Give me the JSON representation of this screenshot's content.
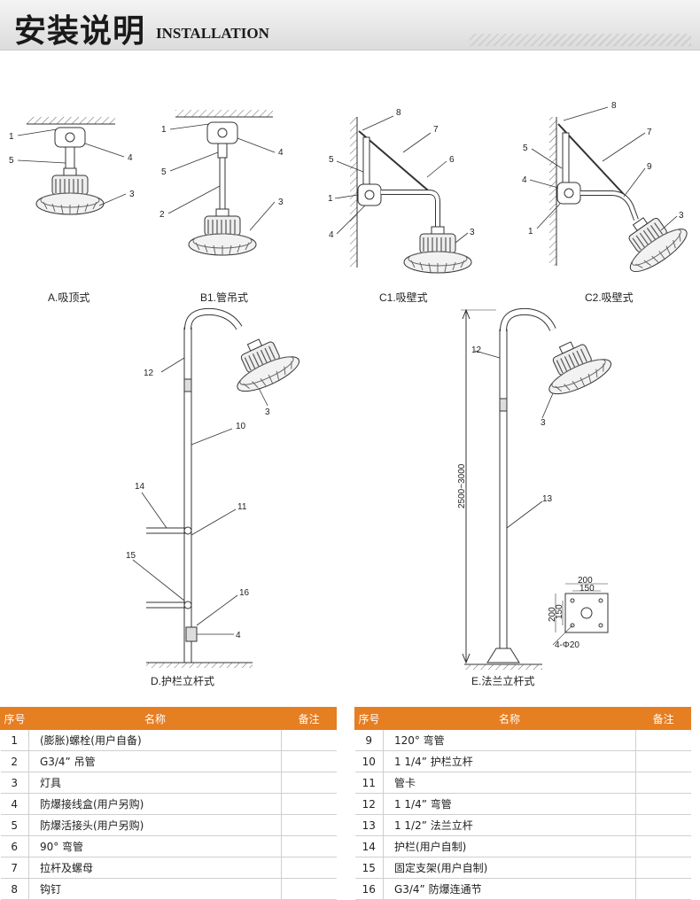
{
  "header": {
    "title_cn": "安装说明",
    "title_en": "INSTALLATION"
  },
  "diagrams": {
    "a": {
      "caption": "A.吸顶式",
      "labels": [
        "1",
        "5",
        "4",
        "3"
      ]
    },
    "b1": {
      "caption": "B1.管吊式",
      "labels": [
        "1",
        "5",
        "4",
        "2",
        "3"
      ]
    },
    "c1": {
      "caption": "C1.吸壁式",
      "labels": [
        "8",
        "7",
        "5",
        "6",
        "1",
        "4",
        "3"
      ]
    },
    "c2": {
      "caption": "C2.吸壁式",
      "labels": [
        "8",
        "7",
        "5",
        "9",
        "4",
        "1",
        "3"
      ]
    },
    "d": {
      "caption": "D.护栏立杆式",
      "labels": [
        "12",
        "3",
        "10",
        "14",
        "11",
        "15",
        "16",
        "4"
      ]
    },
    "e": {
      "caption": "E.法兰立杆式",
      "labels": [
        "12",
        "3",
        "13"
      ],
      "height_dim": "2500~3000"
    },
    "flange": {
      "w": "200",
      "inner": "150",
      "h": "200",
      "h_inner": "150",
      "holes": "4-Φ20"
    }
  },
  "table": {
    "headers": {
      "no": "序号",
      "name": "名称",
      "note": "备注"
    },
    "left": [
      {
        "no": "1",
        "name": "(膨胀)螺栓(用户自备)",
        "note": ""
      },
      {
        "no": "2",
        "name": "G3/4”  吊管",
        "note": ""
      },
      {
        "no": "3",
        "name": "灯具",
        "note": ""
      },
      {
        "no": "4",
        "name": "防爆接线盒(用户另购)",
        "note": ""
      },
      {
        "no": "5",
        "name": "防爆活接头(用户另购)",
        "note": ""
      },
      {
        "no": "6",
        "name": "90°  弯管",
        "note": ""
      },
      {
        "no": "7",
        "name": "拉杆及螺母",
        "note": ""
      },
      {
        "no": "8",
        "name": "钩钉",
        "note": ""
      }
    ],
    "right": [
      {
        "no": "9",
        "name": "120°  弯管",
        "note": ""
      },
      {
        "no": "10",
        "name": "1 1/4”  护栏立杆",
        "note": ""
      },
      {
        "no": "11",
        "name": "管卡",
        "note": ""
      },
      {
        "no": "12",
        "name": "1 1/4”  弯管",
        "note": ""
      },
      {
        "no": "13",
        "name": "1 1/2”  法兰立杆",
        "note": ""
      },
      {
        "no": "14",
        "name": "护栏(用户自制)",
        "note": ""
      },
      {
        "no": "15",
        "name": "固定支架(用户自制)",
        "note": ""
      },
      {
        "no": "16",
        "name": "G3/4”  防爆连通节",
        "note": ""
      }
    ]
  }
}
